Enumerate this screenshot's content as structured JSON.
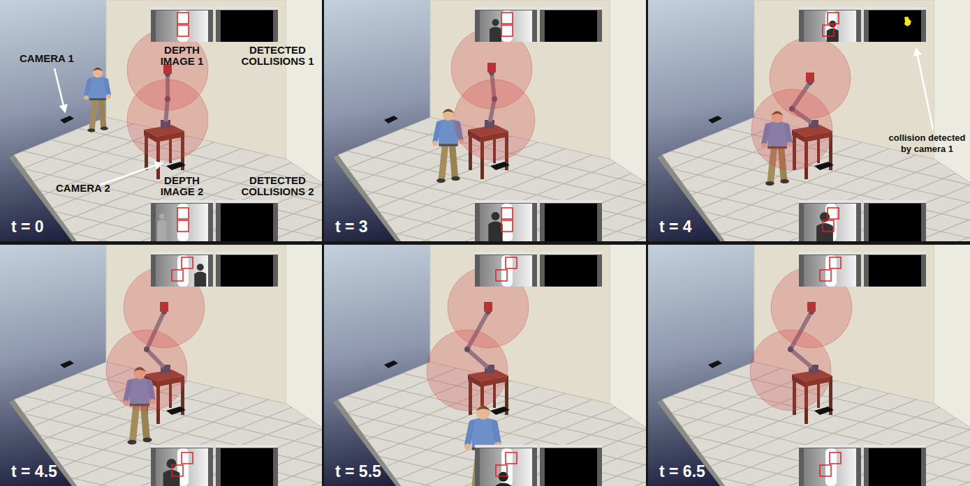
{
  "diagram": {
    "nodes": [
      {
        "text": [
          "t = 0"
        ]
      },
      {
        "text": [
          "DEPTH IMAGE 1"
        ],
        "in": 0
      },
      {
        "text": [
          "DETECTED COLLISIONS 1"
        ],
        "in": 0
      },
      {
        "text": [
          "DEPTH IMAGE 2"
        ],
        "in": 0
      },
      {
        "text": [
          "DETECTED COLLISIONS 2"
        ],
        "in": 0
      },
      {
        "text": [
          "t = 3"
        ]
      },
      {
        "text": [
          "t = 4"
        ]
      },
      {
        "text": [
          "t = 4.5"
        ]
      },
      {
        "text": [
          "t = 5.5"
        ]
      },
      {
        "text": [
          "t = 6.5"
        ]
      }
    ],
    "labels": [
      "CAMERA 1",
      "CAMERA 2",
      "collision detected by camera 1"
    ]
  }
}
